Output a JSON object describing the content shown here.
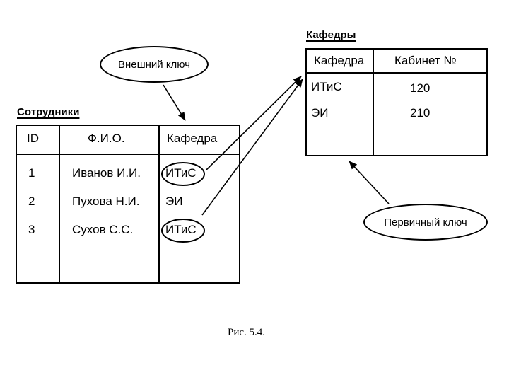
{
  "employees": {
    "title": "Сотрудники",
    "headers": [
      "ID",
      "Ф.И.О.",
      "Кафедра"
    ],
    "rows": [
      [
        "1",
        "Иванов И.И.",
        "ИТиС"
      ],
      [
        "2",
        "Пухова Н.И.",
        "ЭИ"
      ],
      [
        "3",
        "Сухов С.С.",
        "ИТиС"
      ]
    ]
  },
  "departments": {
    "title": "Кафедры",
    "headers": [
      "Кафедра",
      "Кабинет №"
    ],
    "rows": [
      [
        "ИТиС",
        "120"
      ],
      [
        "ЭИ",
        "210"
      ]
    ]
  },
  "callouts": {
    "foreign_key": "Внешний ключ",
    "primary_key": "Первичный ключ"
  },
  "caption": "Рис. 5.4."
}
